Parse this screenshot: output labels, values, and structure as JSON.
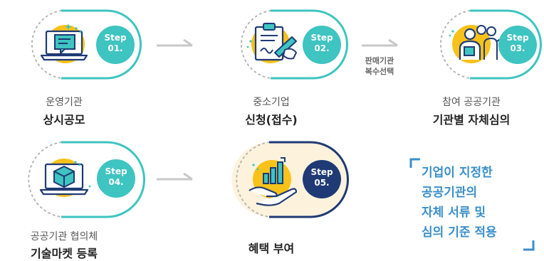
{
  "steps": [
    {
      "badge_line1": "Step",
      "badge_line2": "01.",
      "subtitle": "운영기관",
      "title": "상시공모",
      "icon": "laptop-chat-icon"
    },
    {
      "badge_line1": "Step",
      "badge_line2": "02.",
      "subtitle": "중소기업",
      "title": "신청(접수)",
      "icon": "clipboard-sign-icon"
    },
    {
      "badge_line1": "Step",
      "badge_line2": "03.",
      "subtitle": "참여 공공기관",
      "title": "기관별 자체심의",
      "icon": "team-review-icon"
    },
    {
      "badge_line1": "Step",
      "badge_line2": "04.",
      "subtitle": "공공기관 협의체",
      "title": "기술마켓 등록",
      "icon": "laptop-cube-icon"
    },
    {
      "badge_line1": "Step",
      "badge_line2": "05.",
      "subtitle": "",
      "title": "혜택 부여",
      "icon": "hand-growth-icon"
    }
  ],
  "arrow_note": {
    "line1": "판매기관",
    "line2": "복수선택"
  },
  "callout": {
    "lines": [
      "기업이 지정한",
      "공공기관의",
      "자체 서류 및",
      "심의 기준 적용"
    ]
  },
  "colors": {
    "teal": "#3ec4c1",
    "navy": "#1f3a75",
    "yellow": "#f8c21a",
    "blue": "#3a8fc9",
    "cream": "#fdf3dd",
    "gray_arrow": "#c8c8c8"
  }
}
